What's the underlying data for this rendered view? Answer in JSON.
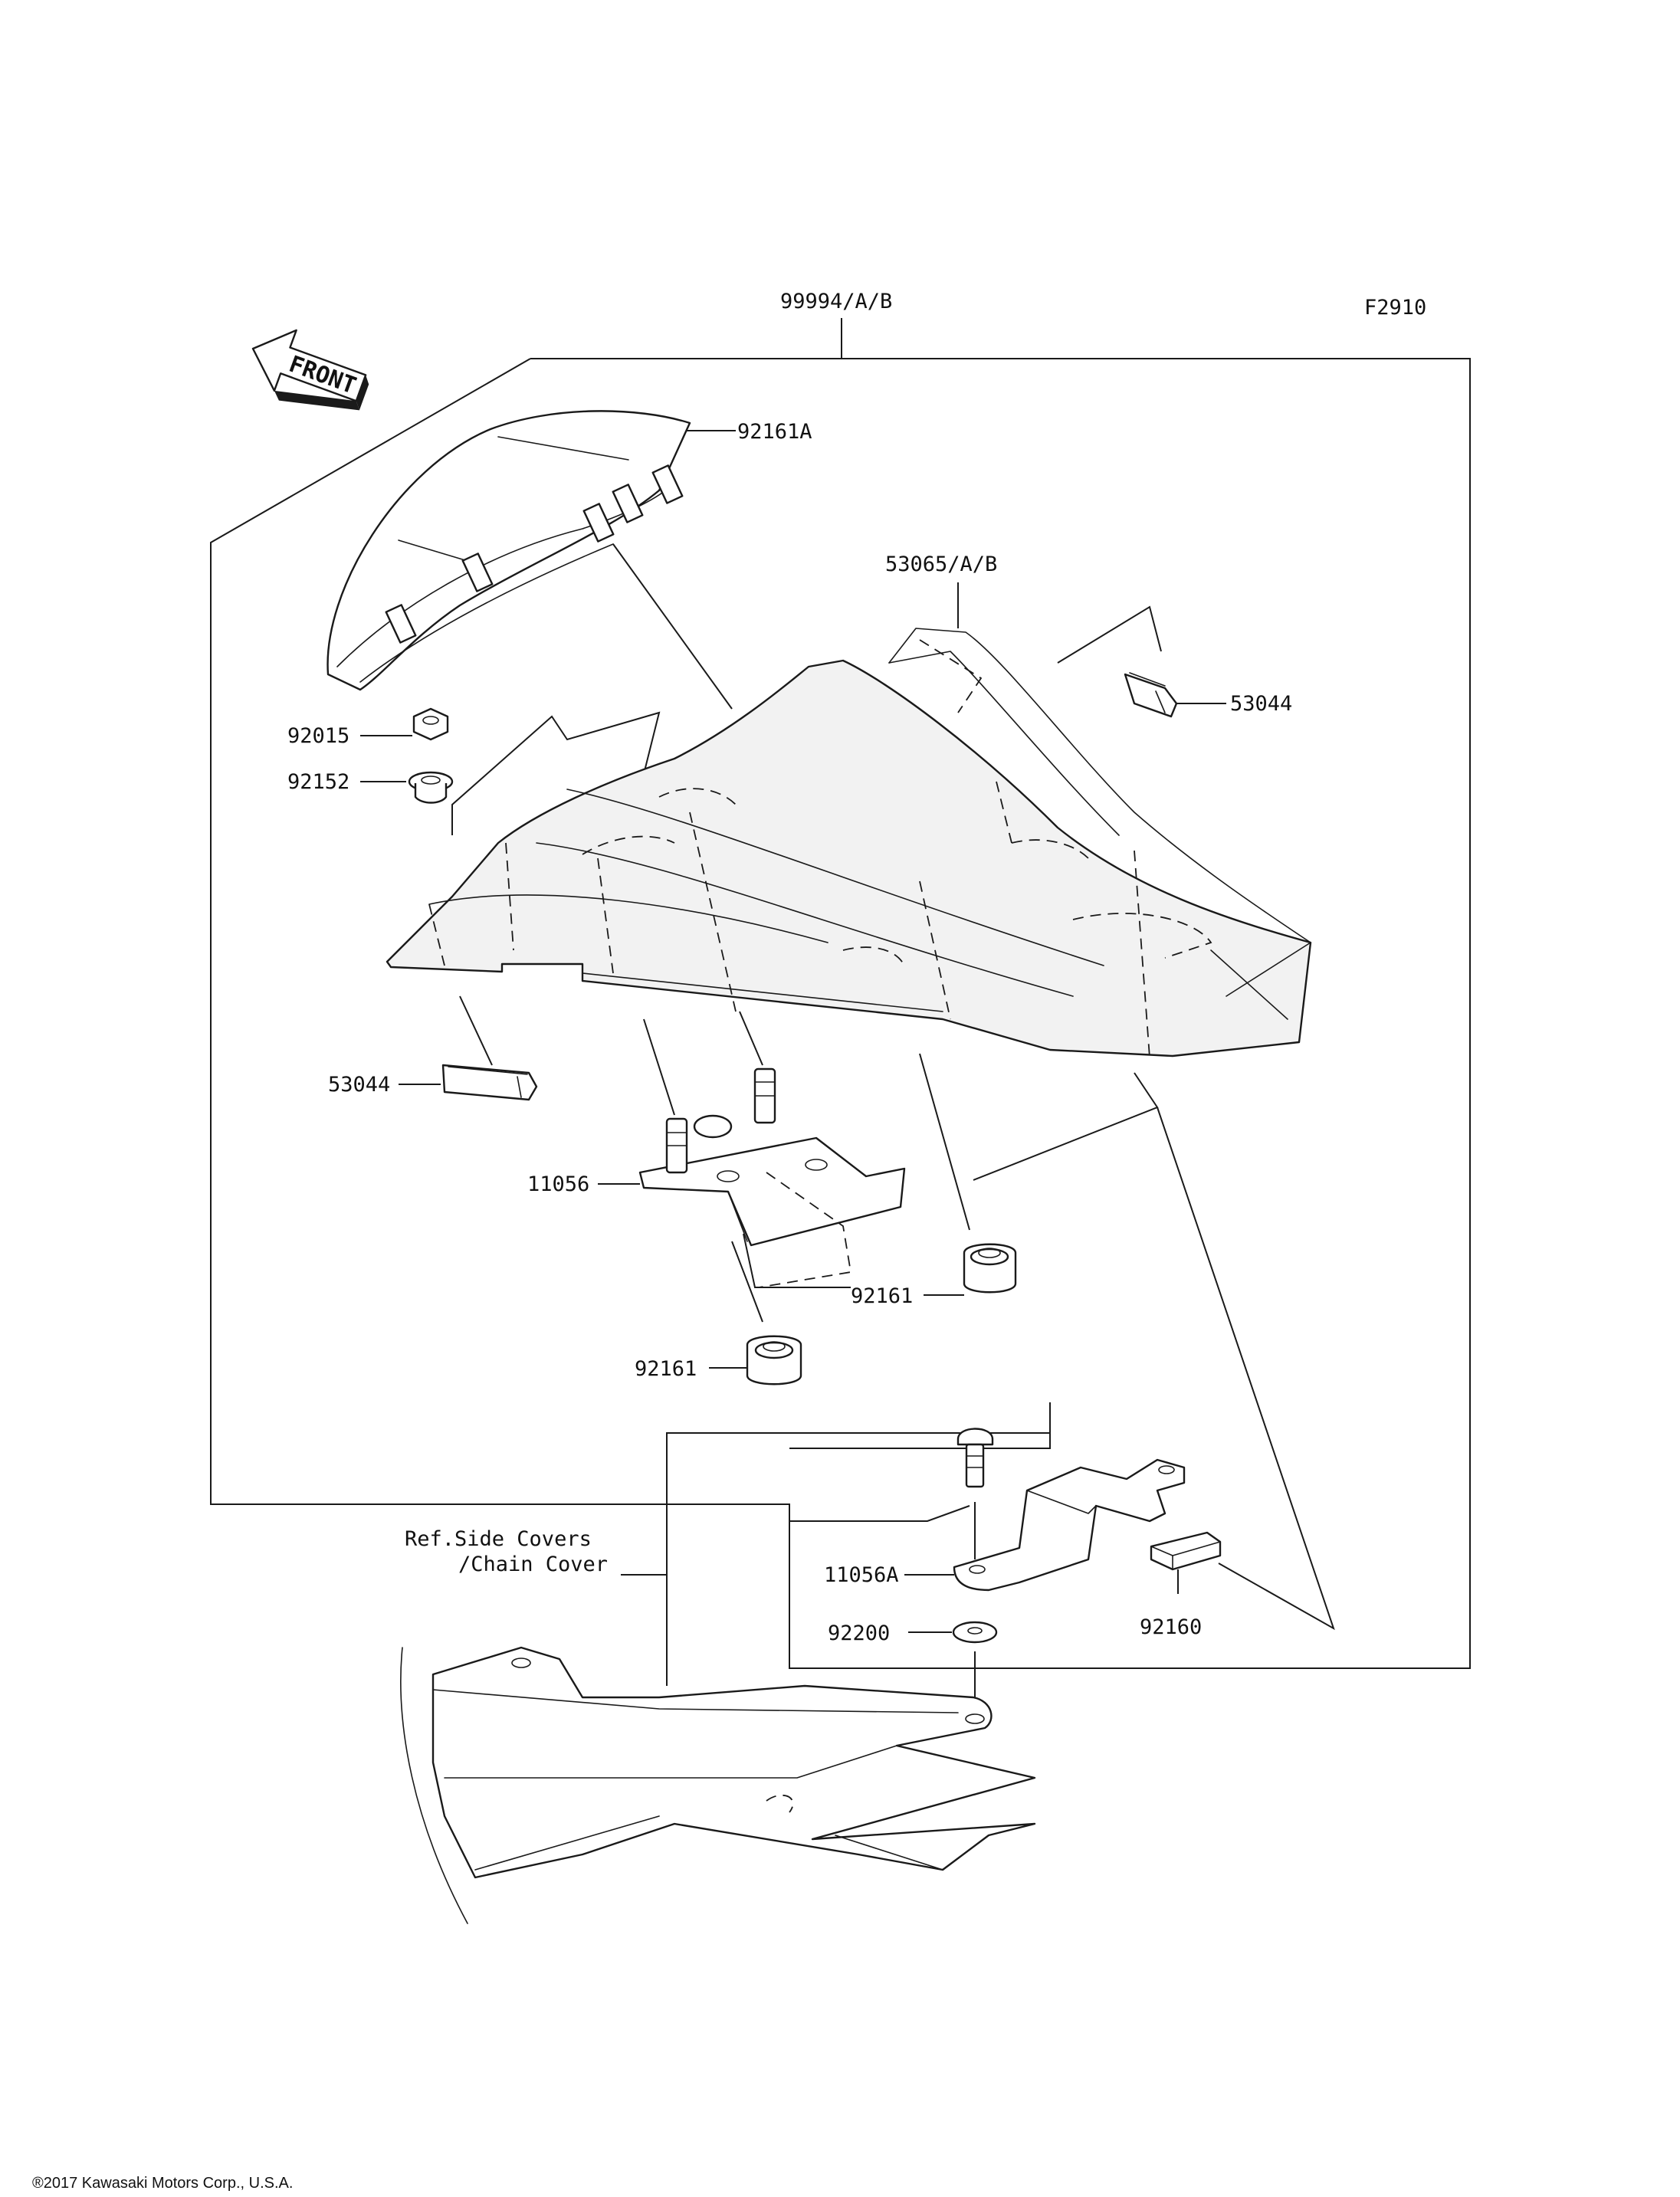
{
  "diagram_code": "F2910",
  "copyright": "®2017 Kawasaki Motors Corp., U.S.A.",
  "direction_arrow": {
    "text": "FRONT",
    "icon": "front-arrow-icon"
  },
  "reference_note": {
    "line1": "Ref.Side Covers",
    "line2": "/Chain Cover"
  },
  "parts": {
    "kit": "99994/A/B",
    "seat_pad": "92161A",
    "seat_cover": "53065/A/B",
    "clip_right": "53044",
    "clip_left": "53044",
    "nut": "92015",
    "collar": "92152",
    "bracket": "11056",
    "damper_right": "92161",
    "damper_left": "92161",
    "lower_bracket": "11056A",
    "washer": "92200",
    "pad": "92160"
  }
}
